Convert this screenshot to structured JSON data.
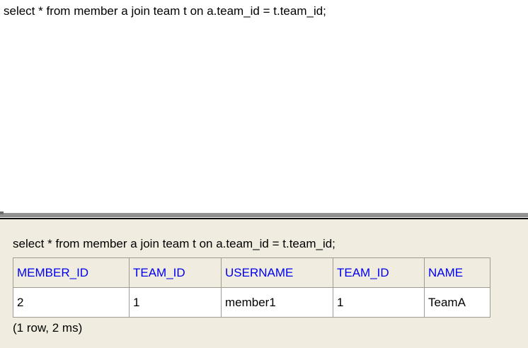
{
  "editor": {
    "query": "select * from member a join team t on a.team_id = t.team_id;"
  },
  "results": {
    "echo_query": "select * from member a join team t on a.team_id = t.team_id;",
    "table": {
      "columns": [
        "MEMBER_ID",
        "TEAM_ID",
        "USERNAME",
        "TEAM_ID",
        "NAME"
      ],
      "rows": [
        [
          "2",
          "1",
          "member1",
          "1",
          "TeamA"
        ]
      ]
    },
    "status": "(1 row, 2 ms)"
  },
  "colors": {
    "header_text_blue": "#0000ee",
    "results_background": "#f0ede0",
    "table_border_gray": "#a09d90",
    "splitter_gray": "#8f8f8f",
    "divider_black": "#000000"
  }
}
